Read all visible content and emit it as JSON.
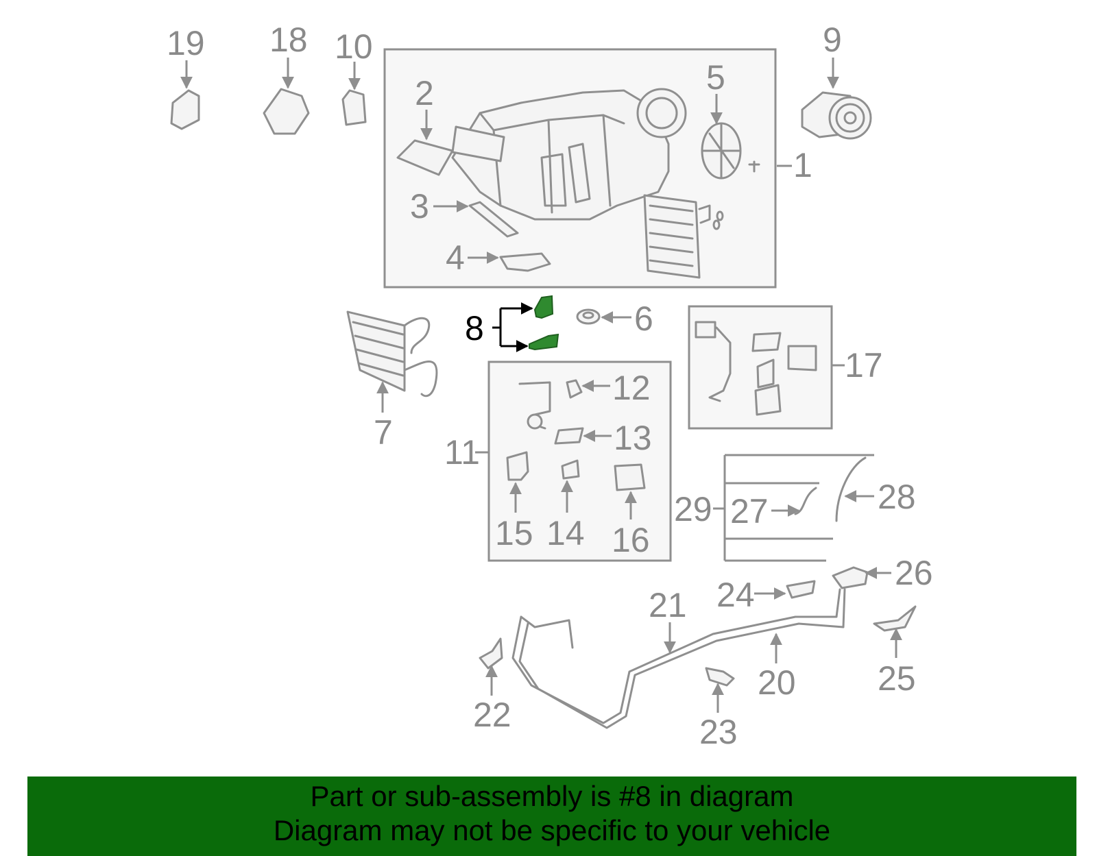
{
  "diagram": {
    "callouts": [
      "1",
      "2",
      "3",
      "4",
      "5",
      "6",
      "7",
      "8",
      "9",
      "10",
      "11",
      "12",
      "13",
      "14",
      "15",
      "16",
      "17",
      "18",
      "19",
      "20",
      "21",
      "22",
      "23",
      "24",
      "25",
      "26",
      "27",
      "28",
      "29"
    ],
    "highlighted_callout": "8"
  },
  "banner": {
    "line1": "Part or sub-assembly is #8 in diagram",
    "line2": "Diagram may not be specific to your vehicle"
  },
  "colors": {
    "banner_background": "#0a6b0a",
    "highlight_part": "#2f8a2f",
    "line_art": "#8f8f8f"
  }
}
